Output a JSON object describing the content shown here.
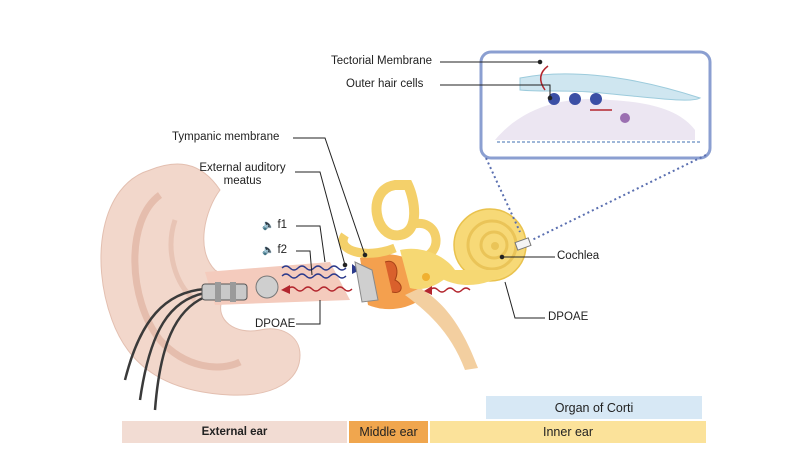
{
  "labels": {
    "tectorial_membrane": "Tectorial Membrane",
    "outer_hair_cells": "Outer hair cells",
    "tympanic_membrane": "Tympanic membrane",
    "external_auditory_meatus_1": "External auditory",
    "external_auditory_meatus_2": "meatus",
    "f1": "f1",
    "f2": "f2",
    "dpoae_left": "DPOAE",
    "cochlea": "Cochlea",
    "dpoae_right": "DPOAE"
  },
  "bands": {
    "organ_of_corti": "Organ of Corti",
    "external_ear": "External ear",
    "middle_ear": "Middle ear",
    "inner_ear": "Inner ear"
  },
  "icons": {
    "speaker": "speaker-icon"
  },
  "colors": {
    "external_ear_band": "#f2dcd3",
    "middle_ear_band": "#f0a64e",
    "inner_ear_band": "#fbe29a",
    "organ_of_corti_band": "#d7e8f5",
    "inset_border": "#8b9fd1",
    "wave_blue": "#2b3a8c",
    "wave_red": "#b3262e"
  }
}
